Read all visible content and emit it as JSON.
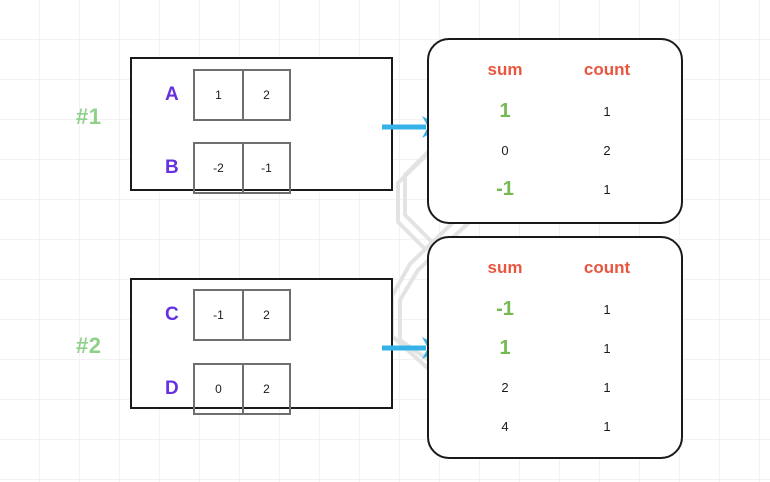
{
  "colors": {
    "group_tag": "#8fd08a",
    "row_label": "#6630e0",
    "header": "#e8563f",
    "highlight": "#76b852",
    "arrow": "#35b3e8",
    "box_border": "#1a1a1a",
    "cell_border": "#6e6e6e",
    "wire": "#e3e3e3",
    "grid": "#f2f2f2"
  },
  "groups": [
    {
      "tag": "#1",
      "rows": [
        {
          "label": "A",
          "cells": [
            "1",
            "2"
          ]
        },
        {
          "label": "B",
          "cells": [
            "-2",
            "-1"
          ]
        }
      ],
      "arrow_icon": "arrow-right-icon"
    },
    {
      "tag": "#2",
      "rows": [
        {
          "label": "C",
          "cells": [
            "-1",
            "2"
          ]
        },
        {
          "label": "D",
          "cells": [
            "0",
            "2"
          ]
        }
      ],
      "arrow_icon": "arrow-right-icon"
    }
  ],
  "panels": [
    {
      "headers": {
        "sum": "sum",
        "count": "count"
      },
      "rows": [
        {
          "sum": "1",
          "count": "1",
          "highlight": true
        },
        {
          "sum": "0",
          "count": "2",
          "highlight": false
        },
        {
          "sum": "-1",
          "count": "1",
          "highlight": true
        }
      ]
    },
    {
      "headers": {
        "sum": "sum",
        "count": "count"
      },
      "rows": [
        {
          "sum": "-1",
          "count": "1",
          "highlight": true
        },
        {
          "sum": "1",
          "count": "1",
          "highlight": true
        },
        {
          "sum": "2",
          "count": "1",
          "highlight": false
        },
        {
          "sum": "4",
          "count": "1",
          "highlight": false
        }
      ]
    }
  ]
}
